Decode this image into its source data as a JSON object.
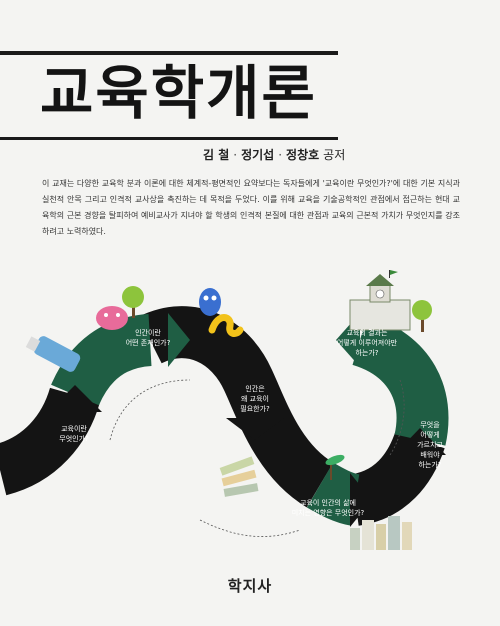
{
  "cover": {
    "title": "교육학개론",
    "authors": [
      "김 철",
      "정기섭",
      "정창호"
    ],
    "authors_suffix": "공저",
    "intro": "이 교재는 다양한 교육학 분과 이론에 대한 체계적-평면적인 요약보다는 독자들에게 '교육이란 무엇인가?'에 대한 기본 지식과 실천적 안목 그리고 인격적 교사상을 촉진하는 데 목적을 두었다. 이를 위해 교육을 기술공학적인 관점에서 접근하는 현대 교육학의 근본 경향을 탈피하여 예비교사가 지녀야 할 학생의 인격적 본질에 대한 관점과 교육의 근본적 가치가 무엇인지를 강조하려고 노력하였다.",
    "publisher": "학지사"
  },
  "diagram": {
    "questions": [
      "교육이란\n무엇인가?",
      "인간이란\n어떤 존재인가?",
      "인간은\n왜 교육이\n필요한가?",
      "교육이 인간의 삶에\n미치는 영향은 무엇인가?",
      "무엇을\n어떻게\n가르치고\n배워야\n하는가?",
      "교육의 결과는\n어떻게 이루어져야만\n하는가?"
    ],
    "colors": {
      "green": "#1f5e44",
      "black": "#141414"
    }
  }
}
